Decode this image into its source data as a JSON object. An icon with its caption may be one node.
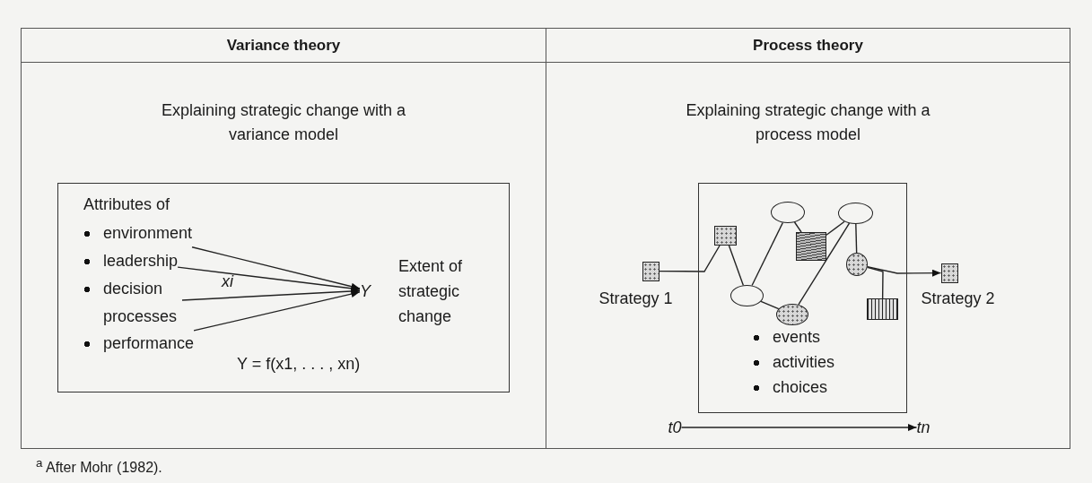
{
  "diagram": {
    "caption": "$^{a}$ After Mohr (1982).",
    "nodes": [
      {
        "text": [
          "Variance theory",
          "Explaining strategic change with a variance model"
        ]
      },
      {
        "text": [
          "Process theory",
          "Explaining strategic change with a process model"
        ]
      },
      {
        "text": [],
        "shape": "box",
        "in": 0
      },
      {
        "text": [
          "environment"
        ],
        "in": 2
      },
      {
        "text": [
          "leadership"
        ],
        "in": 2
      },
      {
        "text": [
          "decision processes"
        ],
        "in": 2
      },
      {
        "text": [
          "performance"
        ],
        "in": 2
      },
      {
        "text": [
          "Y"
        ],
        "in": 2
      },
      {
        "text": [],
        "shape": "box",
        "in": 1
      },
      {
        "text": [],
        "shape": "box",
        "beside": [
          "Strategy 1"
        ],
        "in": 1
      },
      {
        "text": [],
        "shape": "box",
        "in": 8
      },
      {
        "text": [],
        "shape": "ellipse",
        "in": 8
      },
      {
        "text": [],
        "shape": "ellipse",
        "in": 8
      },
      {
        "text": [],
        "shape": "ellipse",
        "in": 8
      },
      {
        "text": [],
        "shape": "box",
        "in": 8
      },
      {
        "text": [],
        "shape": "ellipse",
        "in": 8
      },
      {
        "text": [],
        "shape": "circle",
        "in": 8
      },
      {
        "text": [],
        "shape": "box",
        "in": 8
      },
      {
        "text": [],
        "shape": "box",
        "beside": [
          "Strategy 2"
        ],
        "in": 1
      },
      {
        "text": [
          "t0"
        ],
        "in": 1
      },
      {
        "text": [
          "tn"
        ],
        "in": 1
      }
    ],
    "edges": [
      {
        "from": 3,
        "to": 7,
        "arrow": "to"
      },
      {
        "from": 4,
        "to": 7,
        "arrow": "to"
      },
      {
        "from": 5,
        "to": 7,
        "arrow": "to"
      },
      {
        "from": 6,
        "to": 7,
        "arrow": "to"
      },
      {
        "from": 9,
        "to": 10,
        "arrow": "none"
      },
      {
        "from": 10,
        "to": 11,
        "arrow": "none"
      },
      {
        "from": 11,
        "to": 12,
        "arrow": "none"
      },
      {
        "from": 12,
        "to": 14,
        "arrow": "none"
      },
      {
        "from": 14,
        "to": 15,
        "arrow": "none"
      },
      {
        "from": 15,
        "to": 16,
        "arrow": "none"
      },
      {
        "from": 11,
        "to": 13,
        "arrow": "none"
      },
      {
        "from": 13,
        "to": 15,
        "arrow": "none"
      },
      {
        "from": 16,
        "to": 18,
        "arrow": "to"
      },
      {
        "from": 16,
        "to": 17,
        "arrow": "none"
      },
      {
        "from": 19,
        "to": 20,
        "arrow": "to"
      }
    ],
    "labels": [
      "Attributes of",
      "xi",
      "Extent of strategic change",
      "Y = f(x1, . . . , xn)",
      "events",
      "activities",
      "choices"
    ]
  }
}
